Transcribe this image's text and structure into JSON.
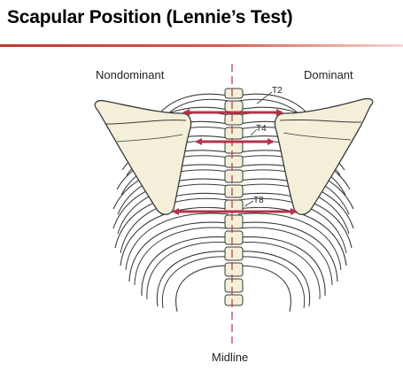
{
  "title": "Scapular Position (Lennie’s Test)",
  "labels": {
    "nondominant": "Nondominant",
    "dominant": "Dominant",
    "midline": "Midline",
    "t2": "T2",
    "t4": "T4",
    "t8": "T8"
  },
  "colors": {
    "title_rule": "#c0392b",
    "arrow": "#b5334a",
    "bone_fill": "#f3efd9",
    "bone_outline": "#3a3a3a",
    "midline": "#b5334a"
  }
}
